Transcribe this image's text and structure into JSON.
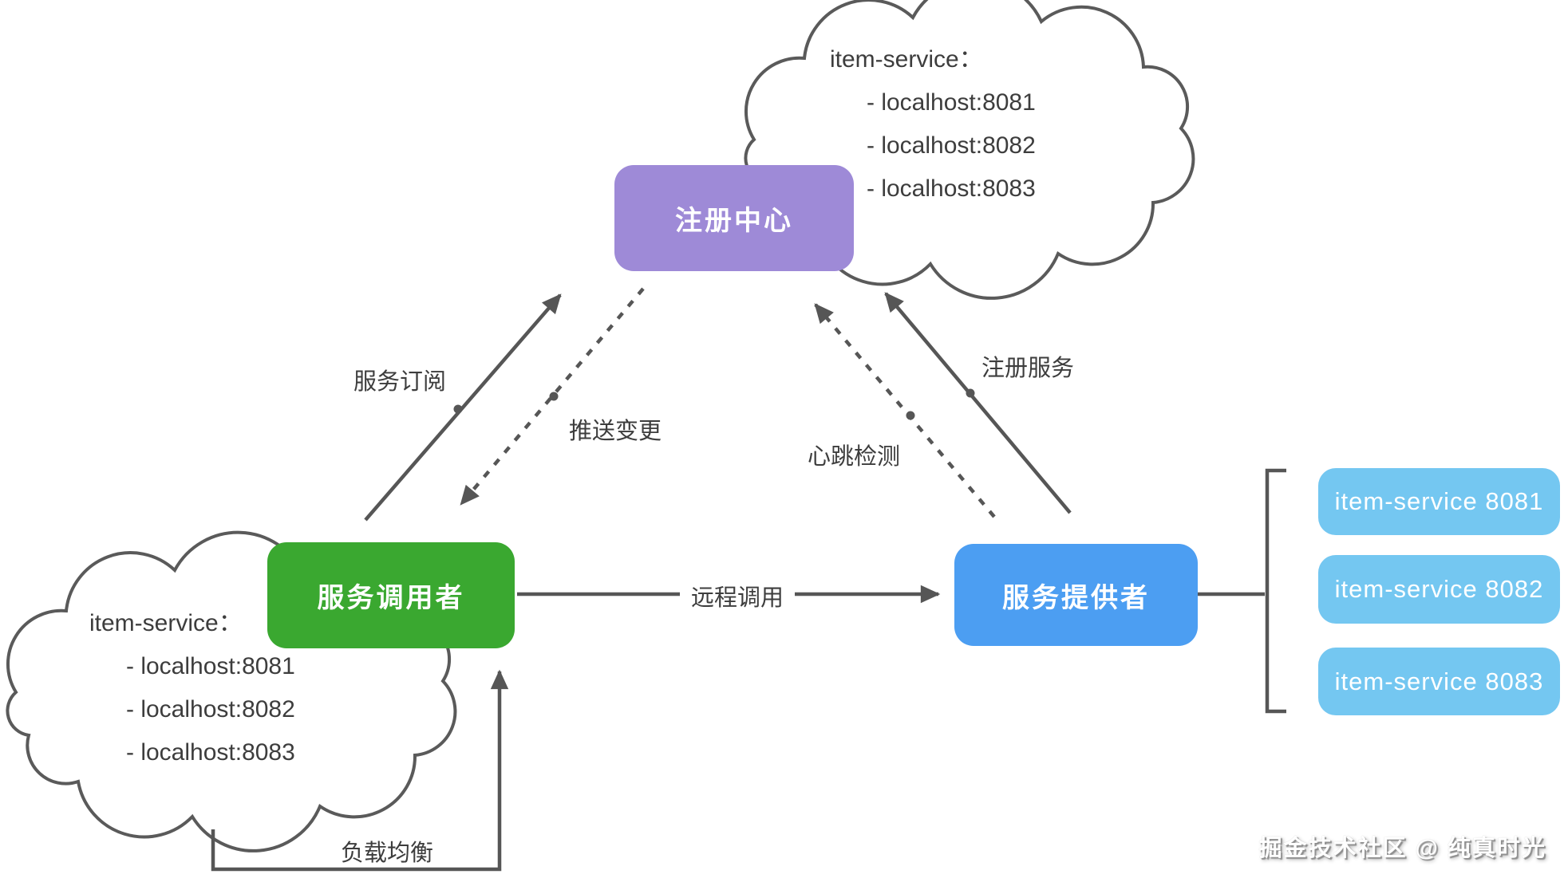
{
  "diagram": {
    "registry": {
      "label": "注册中心"
    },
    "consumer": {
      "label": "服务调用者"
    },
    "provider": {
      "label": "服务提供者"
    },
    "instances": [
      {
        "label": "item-service 8081"
      },
      {
        "label": "item-service 8082"
      },
      {
        "label": "item-service 8083"
      }
    ],
    "registry_cloud": {
      "title": "item-service：",
      "items": [
        "- localhost:8081",
        "- localhost:8082",
        "- localhost:8083"
      ]
    },
    "consumer_cloud": {
      "title": "item-service：",
      "items": [
        "- localhost:8081",
        "- localhost:8082",
        "- localhost:8083"
      ]
    },
    "edges": {
      "subscribe": "服务订阅",
      "push": "推送变更",
      "register": "注册服务",
      "heartbeat": "心跳检测",
      "remote_call": "远程调用",
      "load_balance": "负载均衡"
    },
    "watermark": "掘金技术社区 @ 纯真时光",
    "colors": {
      "registry_purple": "#9e8ad7",
      "consumer_green": "#3aa830",
      "provider_blue": "#4c9ef2",
      "instance_light_blue": "#74c7f1",
      "line_gray": "#565656",
      "text_gray": "#3d3d3d"
    }
  }
}
